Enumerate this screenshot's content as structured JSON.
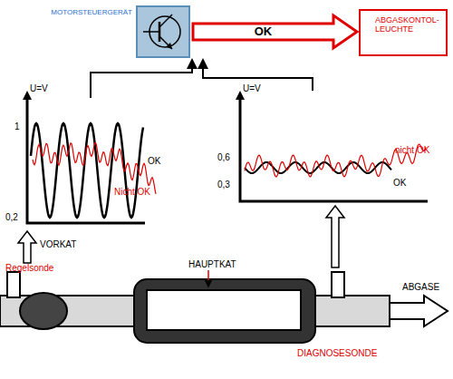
{
  "diagram": {
    "nodes": [
      {
        "text": [
          "MOTORSTEUERGERÄT"
        ]
      },
      {
        "text": [
          "ABGASKONTOL- LEUCHTE"
        ]
      }
    ],
    "edges": [
      {
        "from": 0,
        "to": 1,
        "arrow": "to",
        "label": "OK"
      }
    ],
    "labels": [
      "U=V",
      "1",
      "0,2",
      "OK",
      "Nicht OK",
      "U=V",
      "0,6",
      "0,3",
      "nicht OK",
      "OK",
      "VORKAT",
      "Regelsonde",
      "HAUPTKAT",
      "ABGASE",
      "DIAGNOSESONDE"
    ]
  }
}
